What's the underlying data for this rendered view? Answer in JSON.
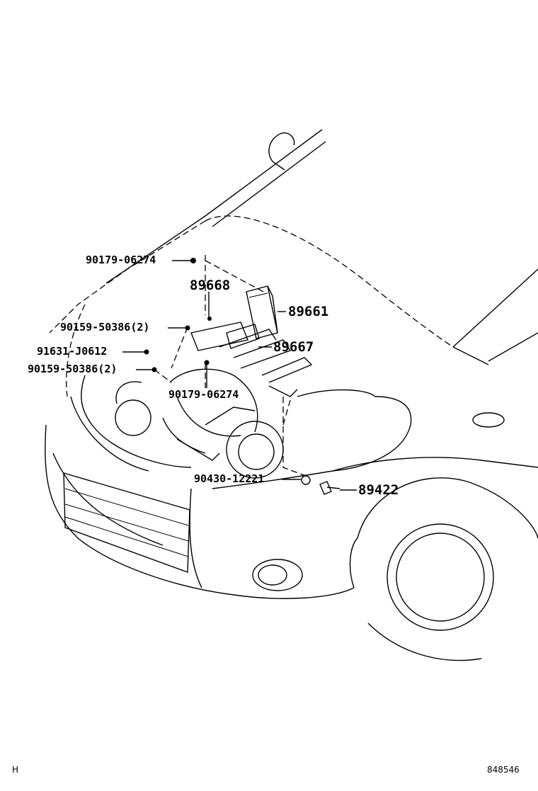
{
  "diagram": {
    "parts": [
      {
        "id": "p1",
        "label": "90179-06274"
      },
      {
        "id": "p2",
        "label": "89668"
      },
      {
        "id": "p3",
        "label": "89661"
      },
      {
        "id": "p4",
        "label": "90159-50386(2)"
      },
      {
        "id": "p5",
        "label": "91631-J0612"
      },
      {
        "id": "p6",
        "label": "89667"
      },
      {
        "id": "p7",
        "label": "90159-50386(2)"
      },
      {
        "id": "p8",
        "label": "90179-06274"
      },
      {
        "id": "p9",
        "label": "90430-12221"
      },
      {
        "id": "p10",
        "label": "89422"
      }
    ],
    "footer": {
      "left_code": "H",
      "figure_number": "848546"
    }
  }
}
